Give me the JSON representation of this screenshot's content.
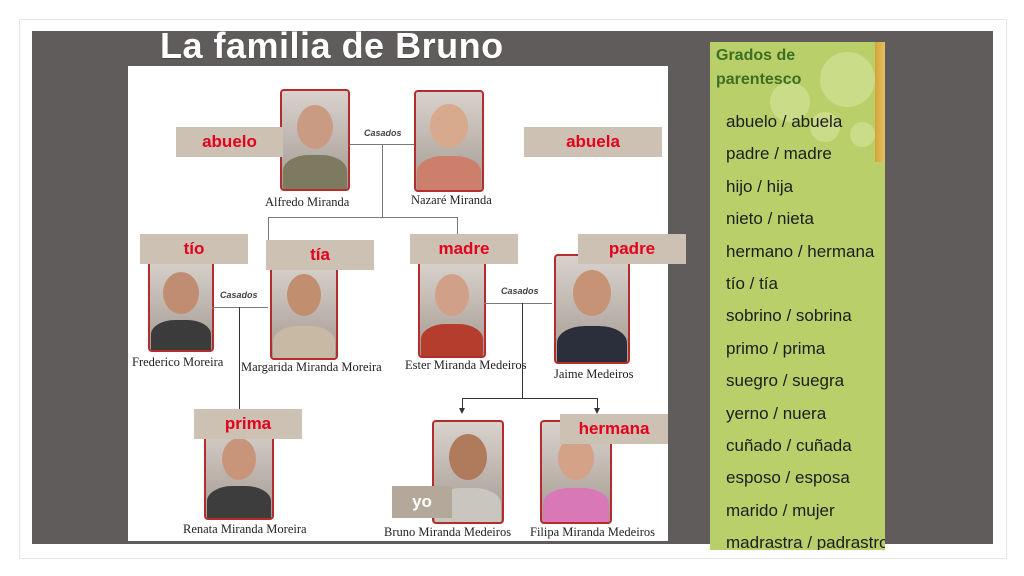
{
  "slide": {
    "title": "La familia de Bruno"
  },
  "tree": {
    "casados": "Casados",
    "people": {
      "alfredo": "Alfredo Miranda",
      "nazare": "Nazaré Miranda",
      "frederico": "Frederico Moreira",
      "margarida": "Margarida Miranda Moreira",
      "ester": "Ester Miranda Medeiros",
      "jaime": "Jaime Medeiros",
      "renata": "Renata Miranda Moreira",
      "bruno": "Bruno Miranda Medeiros",
      "filipa": "Filipa Miranda Medeiros"
    },
    "labels": {
      "abuelo": "abuelo",
      "abuela": "abuela",
      "tio": "tío",
      "tia": "tía",
      "madre": "madre",
      "padre": "padre",
      "prima": "prima",
      "hermana": "hermana",
      "yo": "yo"
    }
  },
  "panel": {
    "title_line1": "Grados de",
    "title_line2": "parentesco",
    "items": [
      "abuelo / abuela",
      "padre / madre",
      "hijo / hija",
      "nieto / nieta",
      "hermano / hermana",
      "tío / tía",
      "sobrino / sobrina",
      "primo / prima",
      "suegro / suegra",
      "yerno / nuera",
      "cuñado / cuñada",
      "esposo / esposa",
      "marido / mujer",
      "madrastra / padrastro"
    ]
  },
  "colors": {
    "slide_background": "#5f5c5b",
    "label_text": "#e3001b",
    "label_background": "#cdc1b3",
    "panel_background": "#b9d06a",
    "panel_title": "#3d6e24"
  }
}
